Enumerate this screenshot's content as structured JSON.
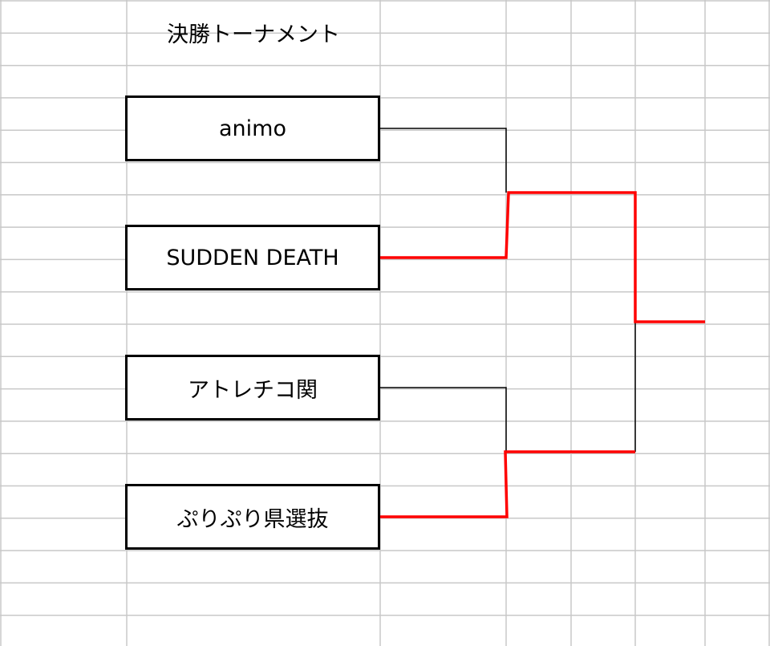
{
  "title": "決勝トーナメント",
  "teams": [
    {
      "name": "animo"
    },
    {
      "name": "SUDDEN DEATH"
    },
    {
      "name": "アトレチコ関"
    },
    {
      "name": "ぷりぷり県選抜"
    }
  ],
  "colors": {
    "winner_line": "#ff0000",
    "line": "#000000",
    "grid": "#c8c8c8"
  },
  "winners": {
    "semifinal_1": "SUDDEN DEATH",
    "semifinal_2": "ぷりぷり県選抜",
    "final": "SUDDEN DEATH"
  }
}
